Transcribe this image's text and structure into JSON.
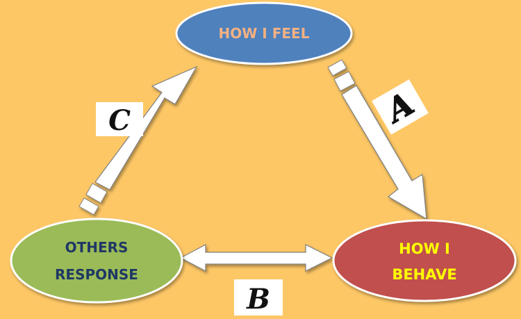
{
  "nodes": {
    "feel": {
      "label": "HOW I FEEL",
      "fill": "#4f81bd",
      "text_color": "#f4b183"
    },
    "behave": {
      "line1": "HOW I",
      "line2": "BEHAVE",
      "fill": "#c0504d",
      "text_color": "#ffff00"
    },
    "others": {
      "line1": "OTHERS",
      "line2": "RESPONSE",
      "fill": "#9bbb59",
      "text_color": "#1f3864"
    }
  },
  "labels": {
    "a": "A",
    "b": "B",
    "c": "C"
  },
  "colors": {
    "background": "#fdc766",
    "ellipse_outline": "#ffffff",
    "arrow_fill": "#ffffff",
    "arrow_stroke": "#7f7f7f"
  }
}
